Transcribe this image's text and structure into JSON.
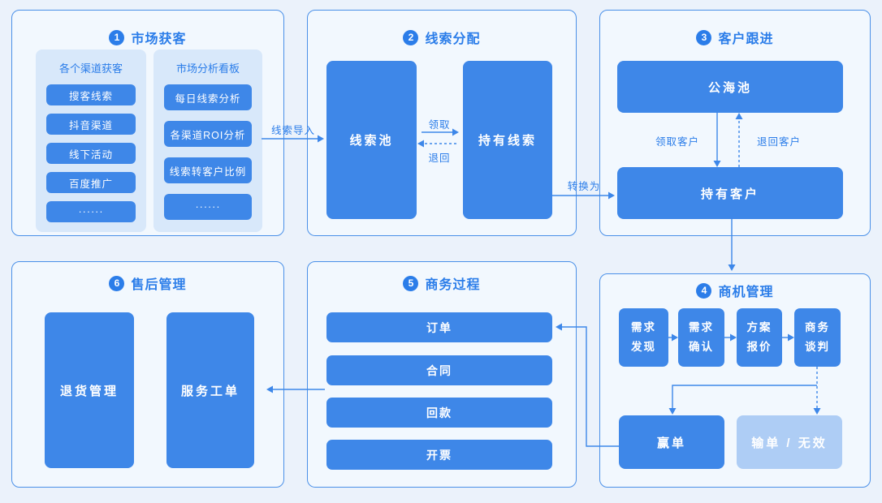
{
  "diagram": {
    "panels": {
      "p1": {
        "badge": "1",
        "title": "市场获客",
        "channels": {
          "header": "各个渠道获客",
          "items": [
            "搜客线索",
            "抖音渠道",
            "线下活动",
            "百度推广",
            "······"
          ]
        },
        "dashboard": {
          "header": "市场分析看板",
          "items": [
            "每日线索分析",
            "各渠道ROI分析",
            "线索转客户比例",
            "······"
          ]
        }
      },
      "p2": {
        "badge": "2",
        "title": "线索分配",
        "lead_pool": "线索池",
        "held_leads": "持有线索",
        "labels": {
          "claim": "领取",
          "return": "退回"
        }
      },
      "p3": {
        "badge": "3",
        "title": "客户跟进",
        "public_pool": "公海池",
        "held_customers": "持有客户",
        "labels": {
          "claim": "领取客户",
          "return": "退回客户"
        }
      },
      "p4": {
        "badge": "4",
        "title": "商机管理",
        "stages": [
          "需求发现",
          "需求确认",
          "方案报价",
          "商务谈判"
        ],
        "won": "赢单",
        "lost": "输单 / 无效"
      },
      "p5": {
        "badge": "5",
        "title": "商务过程",
        "items": [
          "订单",
          "合同",
          "回款",
          "开票"
        ]
      },
      "p6": {
        "badge": "6",
        "title": "售后管理",
        "returns": "退货管理",
        "service": "服务工单"
      }
    },
    "connectors": {
      "lead_import": "线索导入",
      "convert_to": "转换为"
    },
    "colors": {
      "accent": "#2b7de9",
      "node_blue": "#3e87e8",
      "node_light": "#aecdf5",
      "panel_border": "#4a90e8",
      "background": "#ebf2fb"
    }
  }
}
